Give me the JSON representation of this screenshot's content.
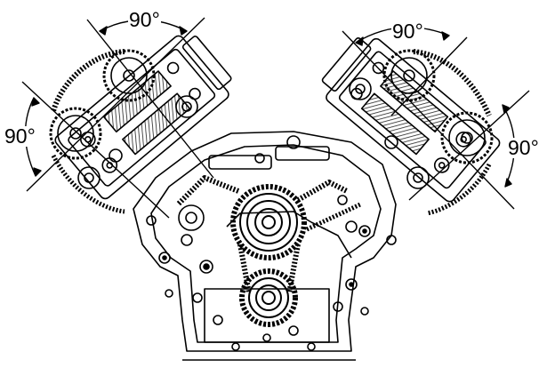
{
  "angle_labels": {
    "left_top": "90°",
    "left_side": "90°",
    "right_top": "90°",
    "right_side": "90°"
  },
  "colors": {
    "ink": "#000000",
    "paper": "#ffffff",
    "hatch": "#3a3a3a"
  }
}
